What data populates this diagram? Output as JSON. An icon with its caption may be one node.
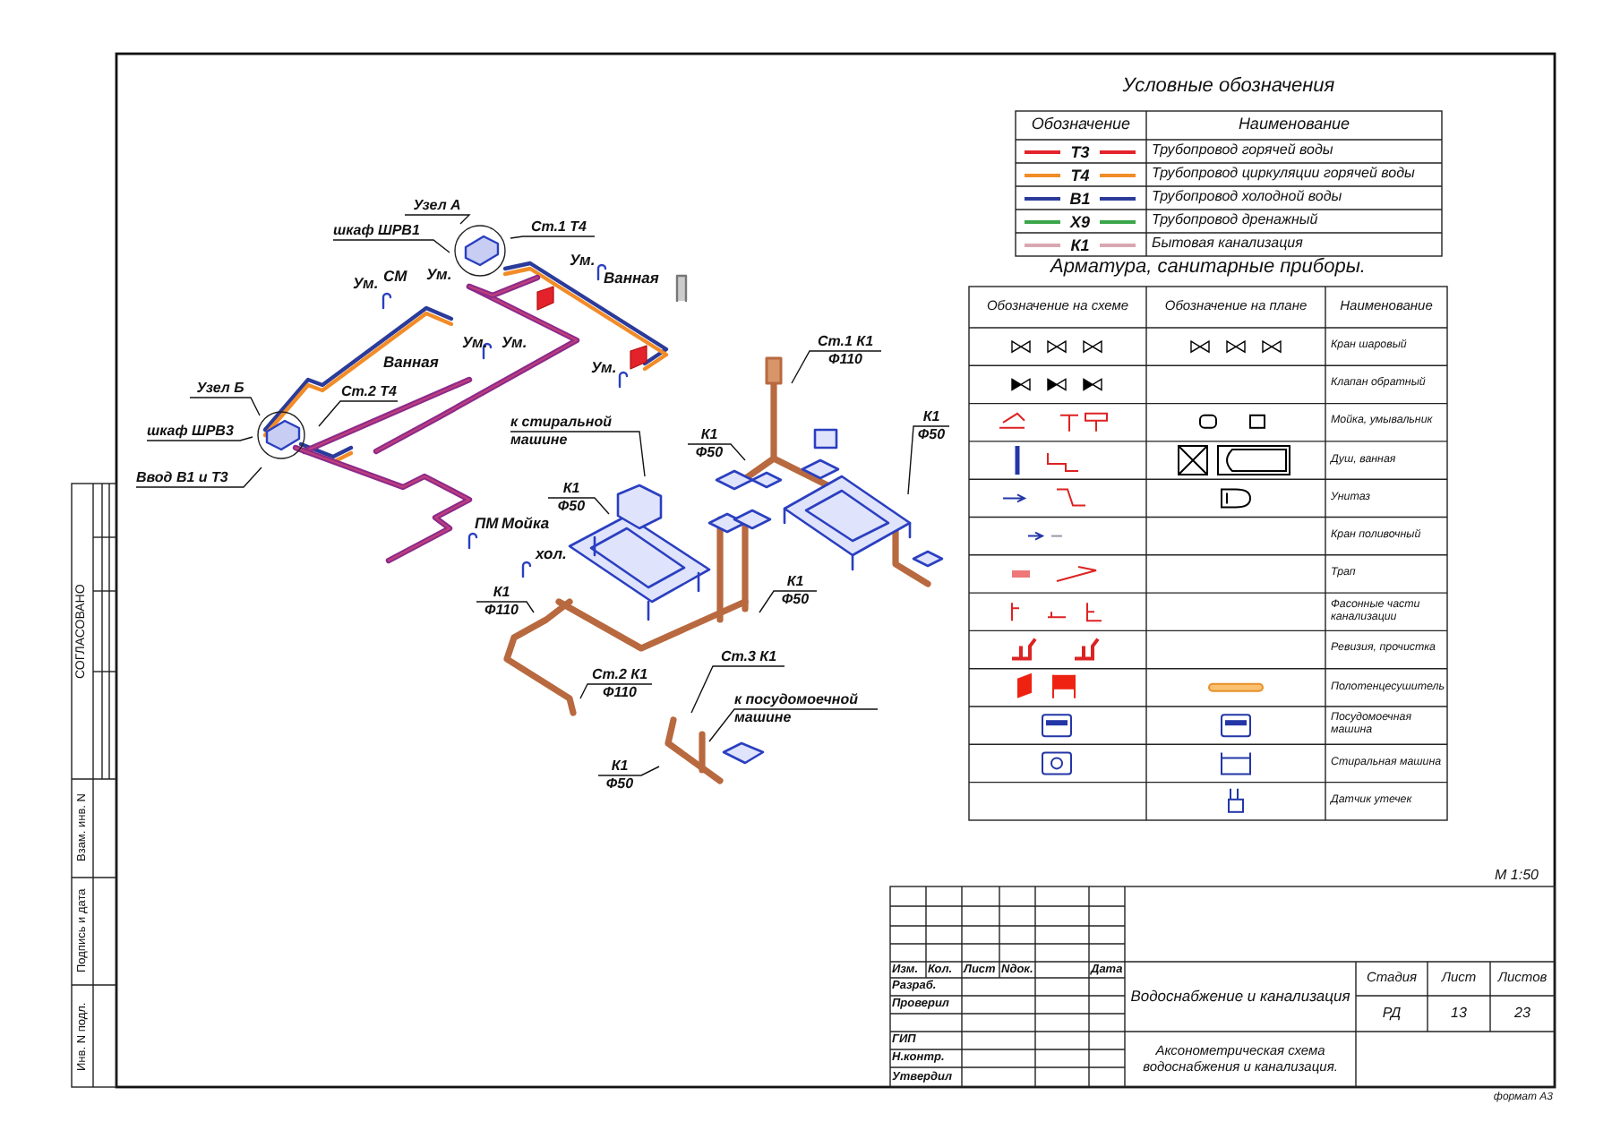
{
  "diagram": {
    "nodes": [
      {
        "text": [
          "Узел А"
        ]
      },
      {
        "text": [
          "Ст.1 Т4"
        ]
      },
      {
        "text": [
          "шкаф ШРВ1"
        ]
      },
      {
        "text": [
          "Узел Б"
        ]
      },
      {
        "text": [
          "шкаф ШРВ3"
        ]
      },
      {
        "text": [
          "Ввод В1 и Т3"
        ]
      },
      {
        "text": [
          "Ст.2 Т4"
        ]
      },
      {
        "text": [
          "к стиральной машине"
        ]
      },
      {
        "text": [
          "Ст.1 К1 Ф110"
        ]
      },
      {
        "text": [
          "К1 Ф50"
        ]
      },
      {
        "text": [
          "К1 Ф50"
        ]
      },
      {
        "text": [
          "К1 Ф50"
        ]
      },
      {
        "text": [
          "К1 Ф110"
        ]
      },
      {
        "text": [
          "К1 Ф50"
        ]
      },
      {
        "text": [
          "Ст.2 К1 Ф110"
        ]
      },
      {
        "text": [
          "Ст.3 К1"
        ]
      },
      {
        "text": [
          "к посудомоечной машине"
        ]
      },
      {
        "text": [
          "К1 Ф50"
        ]
      }
    ],
    "edges": [
      {
        "from": 0,
        "to": null,
        "arrow": "none"
      },
      {
        "from": 1,
        "to": null,
        "arrow": "none"
      },
      {
        "from": 2,
        "to": null,
        "arrow": "none"
      },
      {
        "from": 3,
        "to": null,
        "arrow": "none"
      },
      {
        "from": 4,
        "to": null,
        "arrow": "none"
      },
      {
        "from": 5,
        "to": null,
        "arrow": "none"
      },
      {
        "from": 6,
        "to": null,
        "arrow": "none"
      },
      {
        "from": 7,
        "to": null,
        "arrow": "none"
      },
      {
        "from": 8,
        "to": null,
        "arrow": "none"
      },
      {
        "from": 9,
        "to": null,
        "arrow": "none"
      },
      {
        "from": 10,
        "to": null,
        "arrow": "none"
      },
      {
        "from": 11,
        "to": null,
        "arrow": "none"
      },
      {
        "from": 12,
        "to": null,
        "arrow": "none"
      },
      {
        "from": 13,
        "to": null,
        "arrow": "none"
      },
      {
        "from": 14,
        "to": null,
        "arrow": "none"
      },
      {
        "from": 15,
        "to": null,
        "arrow": "none"
      },
      {
        "from": 16,
        "to": null,
        "arrow": "none"
      },
      {
        "from": 17,
        "to": null,
        "arrow": "none"
      }
    ],
    "labels": [
      "Ум.",
      "СМ",
      "Ум.",
      "Ум.",
      "Ванная",
      "Ванная",
      "Ум.",
      "Ум.",
      "Ум.",
      "ПМ",
      "Мойка",
      "хол.",
      "Условные обозначения",
      "Обозначение",
      "Наименование",
      "Трубопровод горячей воды",
      "Трубопровод циркуляции горячей воды",
      "Трубопровод холодной воды",
      "Трубопровод дренажный",
      "Бытовая канализация",
      "Арматура, санитарные приборы.",
      "Обозначение на схеме",
      "Обозначение на плане",
      "Наименование",
      "Кран шаровый",
      "Клапан обратный",
      "Мойка, умывальник",
      "Душ, ванная",
      "Унитаз",
      "Кран поливочный",
      "Трап",
      "Фасонные части канализации",
      "Ревизия, прочистка",
      "Полотенцесушитель",
      "Посудомоечная машина",
      "Стиральная машина",
      "Датчик утечек",
      "М 1:50",
      "Изм.",
      "Кол.",
      "Лист",
      "Nдок.",
      "Дата",
      "Разраб.",
      "Водоснабжение и канализация",
      "Стадия",
      "Лист",
      "Листов",
      "Проверил",
      "РД",
      "13",
      "23",
      "ГИП",
      "Аксонометрическая схема водоснабжения и канализация.",
      "Н.контр.",
      "Утвердил",
      "формат А3",
      "СОГЛАСОВАНО",
      "Взам. инв. N",
      "Подпись и дата",
      "Инв. N подл."
    ],
    "legend": [
      {
        "text": "Т3",
        "color": "#e3222b"
      },
      {
        "text": "Т4",
        "color": "#f28c28"
      },
      {
        "text": "В1",
        "color": "#2b3b9a"
      },
      {
        "text": "Х9",
        "color": "#3aa64a"
      },
      {
        "text": "К1",
        "color": "#d9a7b0"
      }
    ]
  }
}
